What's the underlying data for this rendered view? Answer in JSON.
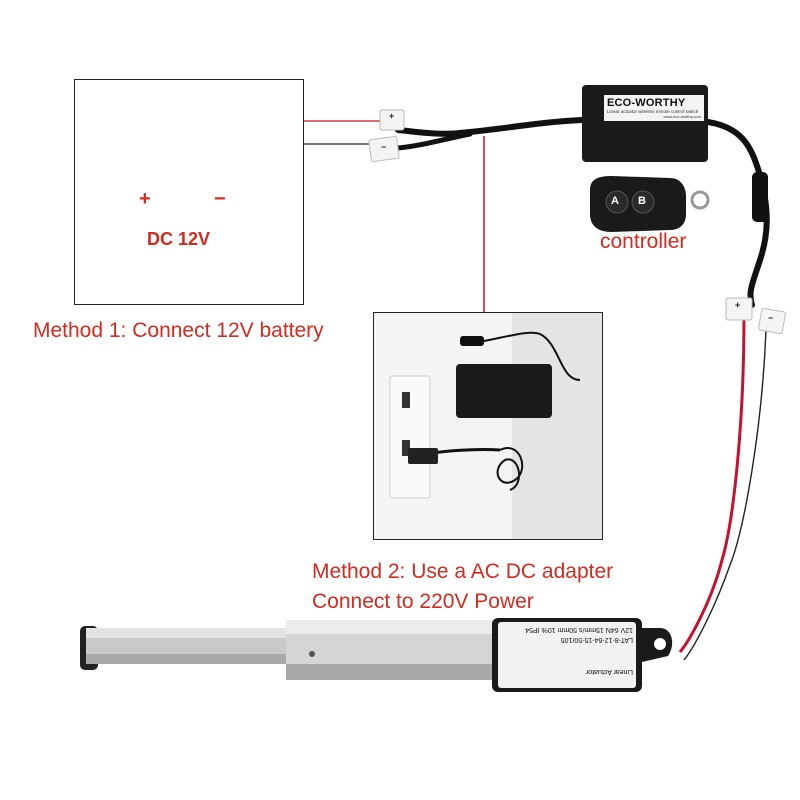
{
  "battery": {
    "label": "DC 12V",
    "plus_sign": "+",
    "minus_sign": "−"
  },
  "controller": {
    "brand": "ECO-WORTHY",
    "subtitle": "Linear actuator wireless remote control switch",
    "url": "www.eco-worthy.com",
    "caption": "controller",
    "remote_button_a": "A",
    "remote_button_b": "B"
  },
  "connectors": {
    "battery_plus": "+",
    "battery_minus": "−",
    "actuator_plus": "+",
    "actuator_minus": "−"
  },
  "methods": {
    "method1": "Method 1: Connect 12V battery",
    "method2_line1": "Method 2: Use a AC DC adapter",
    "method2_line2": "Connect to 220V Power"
  },
  "actuator": {
    "spec_line1": "12V 64N 15mm/s 50mm 10% IP54",
    "spec_line2": "LAT-8-12-64-15-50/105",
    "name": "Linear Actuator"
  },
  "colors": {
    "accent_red": "#d42a1f",
    "wire_red": "#c8102e",
    "controller_body": "#1b1b1b"
  }
}
